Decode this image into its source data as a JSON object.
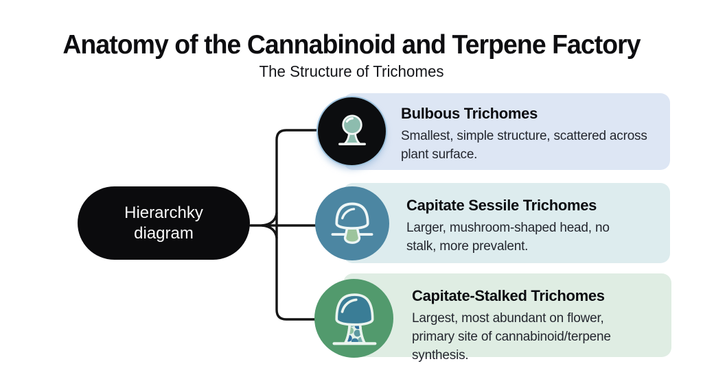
{
  "header": {
    "title": "Anatomy of the Cannabinoid and Terpene Factory",
    "subtitle": "The Structure of Trichomes"
  },
  "root_node": {
    "label_line1": "Hierarchky",
    "label_line2": "diagram",
    "bg": "#0b0b0d",
    "text_color": "#fafafa"
  },
  "connector": {
    "color": "#151515"
  },
  "nodes": [
    {
      "title": "Bulbous Trichomes",
      "description": "Smallest, simple structure, scattered across plant surface.",
      "card_bg": "#dde6f4",
      "icon_bg": "#0c0d0f",
      "icon": "bulbous-trichome-icon",
      "icon_colors": {
        "bulb": "#8dbcae",
        "outline": "#f2f6f4"
      }
    },
    {
      "title": "Capitate Sessile Trichomes",
      "description": "Larger, mushroom-shaped head, no stalk, more prevalent.",
      "card_bg": "#ddecee",
      "icon_bg": "#4c86a2",
      "icon": "sessile-mushroom-icon",
      "icon_colors": {
        "cap": "#4c86a2",
        "stalk": "#9cc49c",
        "outline": "#eef6f6"
      }
    },
    {
      "title": "Capitate-Stalked Trichomes",
      "description": "Largest, most abundant on flower, primary site of cannabinoid/terpene synthesis.",
      "card_bg": "#dfede3",
      "icon_bg": "#529a6d",
      "icon": "stalked-mushroom-icon",
      "icon_colors": {
        "cap": "#3a7d96",
        "stalk_fill": "#e3f1e9",
        "spot_blue": "#30709f",
        "spot_teal": "#75adab",
        "spot_green": "#8cbfa0",
        "outline": "#eaf4ee"
      }
    }
  ]
}
